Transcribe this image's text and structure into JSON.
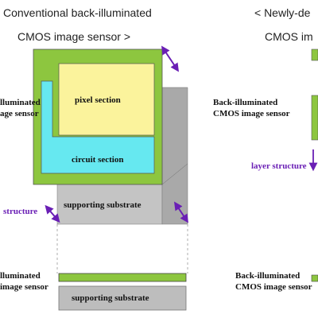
{
  "left": {
    "heading_line1": "Conventional back-illuminated",
    "heading_line2": "CMOS image sensor >",
    "side_label_top": [
      "lluminated",
      "age sensor"
    ],
    "side_label_bottom": [
      "lluminated",
      "image sensor"
    ],
    "purple_label": "structure",
    "pixel_section": "pixel section",
    "circuit_section": "circuit section",
    "supporting_substrate": "supporting substrate",
    "supporting_substrate_flat": "supporting substrate"
  },
  "right": {
    "heading_line1": "< Newly-de",
    "heading_line2": "CMOS im",
    "side_label_top": [
      "Back-illuminated",
      "CMOS image sensor"
    ],
    "side_label_bottom": [
      "Back-illuminated",
      "CMOS image sensor"
    ],
    "purple_label": "layer structure"
  },
  "colors": {
    "green": "#8dc63f",
    "yellow": "#fbf39c",
    "cyan": "#66e8f0",
    "gray": "#bebebe",
    "purple": "#6a1fb5"
  }
}
